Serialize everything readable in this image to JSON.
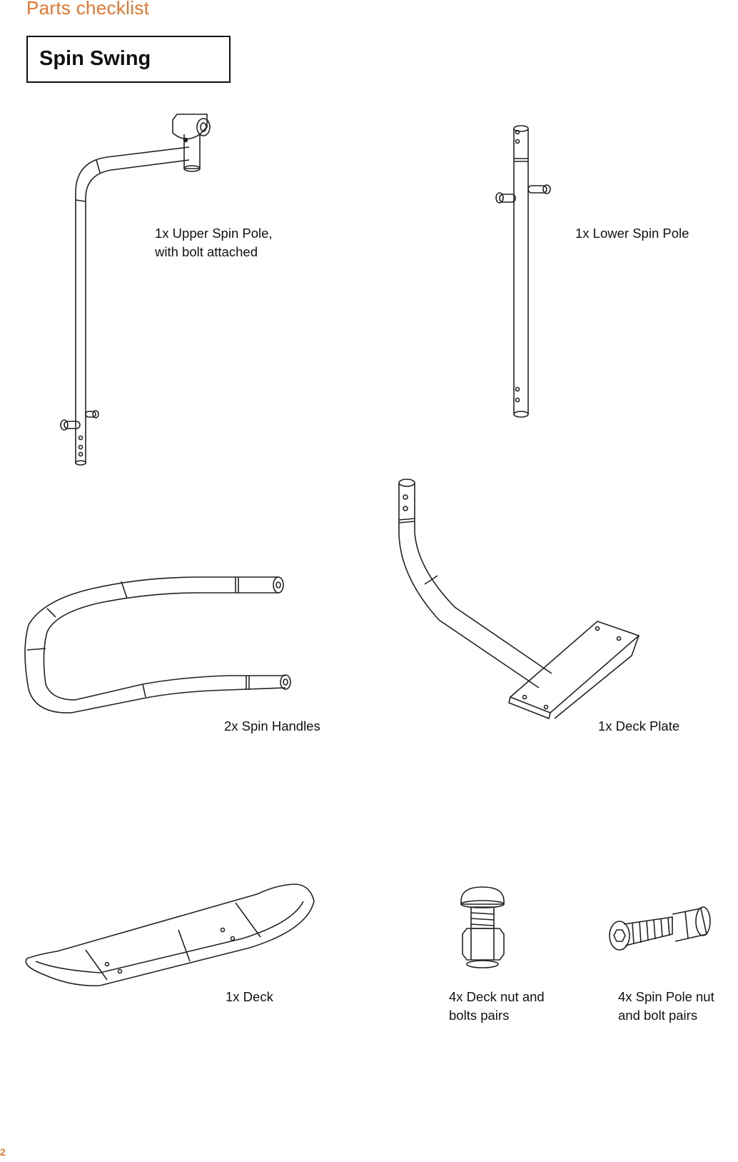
{
  "header": {
    "title": "Parts checklist"
  },
  "section": {
    "title": "Spin Swing"
  },
  "parts": {
    "upper_pole": {
      "line1": "1x Upper Spin Pole,",
      "line2": "with bolt attached",
      "icon": "upper-spin-pole-drawing"
    },
    "lower_pole": {
      "line1": "1x Lower Spin Pole",
      "icon": "lower-spin-pole-drawing"
    },
    "handles": {
      "line1": "2x Spin Handles",
      "icon": "spin-handle-drawing"
    },
    "deck_plate": {
      "line1": "1x Deck Plate",
      "icon": "deck-plate-drawing"
    },
    "deck": {
      "line1": "1x Deck",
      "icon": "deck-drawing"
    },
    "deck_bolts": {
      "line1": "4x Deck nut and",
      "line2": "bolts pairs",
      "icon": "carriage-bolt-drawing"
    },
    "pole_bolts": {
      "line1": "4x Spin Pole nut",
      "line2": "and bolt pairs",
      "icon": "hex-bolt-drawing"
    }
  },
  "footer": {
    "page_number": "2"
  },
  "colors": {
    "accent": "#e2762f",
    "line": "#222222"
  }
}
